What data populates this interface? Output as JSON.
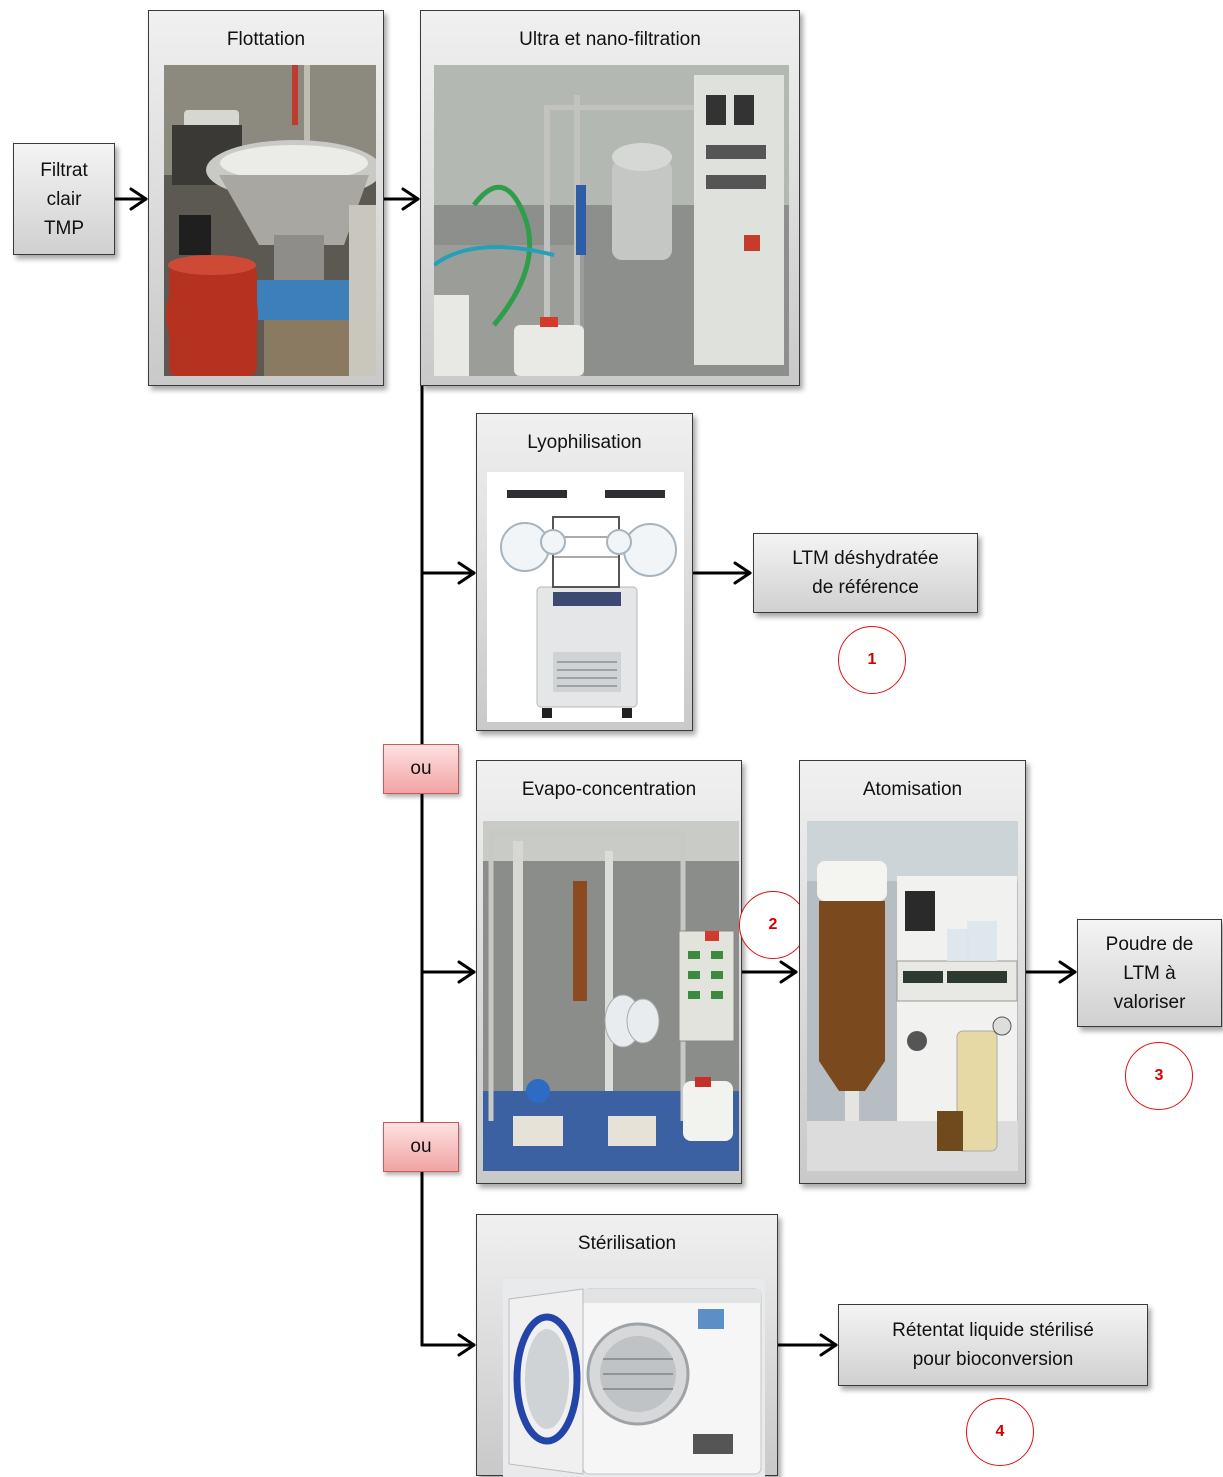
{
  "input": {
    "label_lines": [
      "Filtrat",
      "clair",
      "TMP"
    ]
  },
  "steps": {
    "flottation": {
      "title": "Flottation"
    },
    "filtration": {
      "title": "Ultra et nano-filtration"
    },
    "lyophilisation": {
      "title": "Lyophilisation"
    },
    "evapo": {
      "title": "Evapo-concentration"
    },
    "atomisation": {
      "title": "Atomisation"
    },
    "sterilisation": {
      "title": "Stérilisation"
    }
  },
  "outputs": {
    "ltm_reference": {
      "lines": [
        "LTM déshydratée",
        "de référence"
      ],
      "number": "1"
    },
    "poudre": {
      "lines": [
        "Poudre de",
        "LTM à",
        "valoriser"
      ],
      "number": "3"
    },
    "retentat": {
      "lines": [
        "Rétentat liquide stérilisé",
        "pour bioconversion"
      ],
      "number": "4"
    }
  },
  "evapo_atomisation_number": "2",
  "alternatives": [
    "ou",
    "ou"
  ]
}
